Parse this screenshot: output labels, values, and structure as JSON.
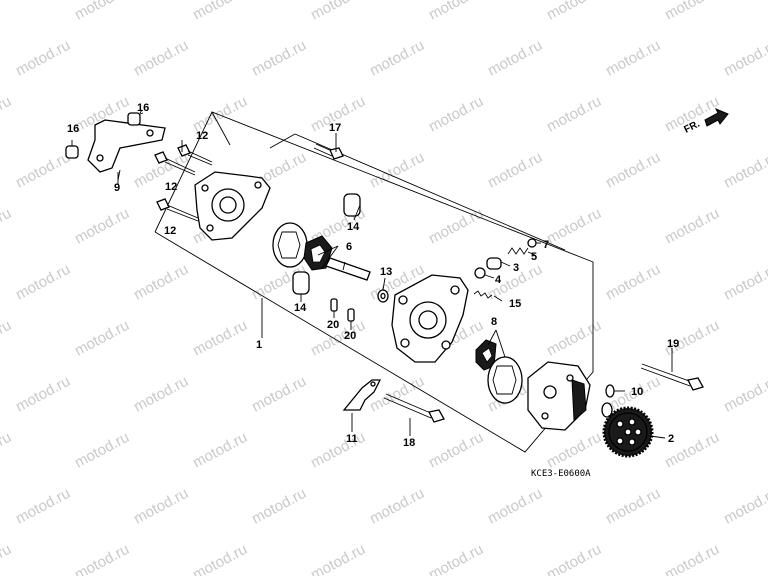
{
  "diagram": {
    "watermark_text": "motod.ru",
    "drawing_code": "KCE3-E0600A",
    "direction_label": "FR.",
    "callouts": [
      {
        "id": "c16a",
        "label": "16"
      },
      {
        "id": "c16b",
        "label": "16"
      },
      {
        "id": "c9",
        "label": "9"
      },
      {
        "id": "c12a",
        "label": "12"
      },
      {
        "id": "c12b",
        "label": "12"
      },
      {
        "id": "c12c",
        "label": "12"
      },
      {
        "id": "c17",
        "label": "17"
      },
      {
        "id": "c14a",
        "label": "14"
      },
      {
        "id": "c14b",
        "label": "14"
      },
      {
        "id": "c6",
        "label": "6"
      },
      {
        "id": "c13",
        "label": "13"
      },
      {
        "id": "c20a",
        "label": "20"
      },
      {
        "id": "c20b",
        "label": "20"
      },
      {
        "id": "c1",
        "label": "1"
      },
      {
        "id": "c7",
        "label": "7"
      },
      {
        "id": "c5",
        "label": "5"
      },
      {
        "id": "c3",
        "label": "3"
      },
      {
        "id": "c4",
        "label": "4"
      },
      {
        "id": "c15",
        "label": "15"
      },
      {
        "id": "c8",
        "label": "8"
      },
      {
        "id": "c19",
        "label": "19"
      },
      {
        "id": "c10",
        "label": "10"
      },
      {
        "id": "c2",
        "label": "2"
      },
      {
        "id": "c11",
        "label": "11"
      },
      {
        "id": "c18",
        "label": "18"
      }
    ]
  }
}
